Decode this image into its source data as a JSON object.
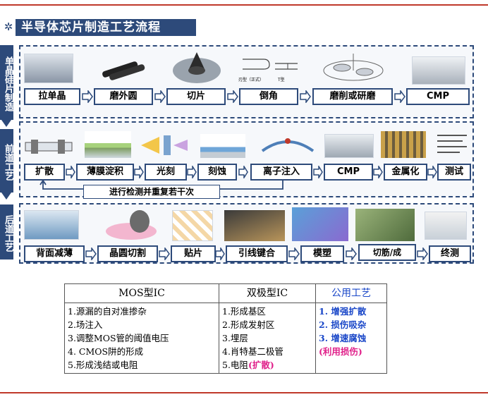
{
  "title": "半导体芯片制造工艺流程",
  "colors": {
    "accent": "#2d4a7a",
    "rule": "#c0392b",
    "common": "#1a47c8",
    "highlight": "#e0208a"
  },
  "sections": [
    {
      "label": "单晶硅片制造",
      "steps": [
        "拉单晶",
        "磨外圆",
        "切片",
        "倒角",
        "磨削或研磨",
        "CMP"
      ]
    },
    {
      "label": "前道工艺",
      "steps": [
        "扩散",
        "薄膜淀积",
        "光刻",
        "刻蚀",
        "离子注入",
        "CMP",
        "金属化",
        "测试"
      ],
      "loop_label": "进行检测并重复若干次"
    },
    {
      "label": "后道工艺",
      "steps": [
        "背面减薄",
        "晶圆切割",
        "贴片",
        "引线键合",
        "模塑",
        "切筋/成",
        "终测"
      ]
    }
  ],
  "chamfer_labels": {
    "left": "刃型（正式）",
    "right": "T型"
  },
  "table": {
    "headers": {
      "mos": "MOS型IC",
      "bipolar": "双极型IC",
      "common": "公用工艺"
    },
    "mos": [
      "1.源漏的自对准掺杂",
      "2.场注入",
      "3.调整MOS管的阈值电压",
      "4. CMOS阱的形成",
      "5.形成浅结或电阻"
    ],
    "bipolar": [
      "1.形成基区",
      "2.形成发射区",
      "3.埋层",
      "4.肖特基二极管",
      "5.电阻"
    ],
    "bipolar_tail": "(扩散)",
    "common": [
      "1. 增强扩散",
      "2. 损伤吸杂",
      "3. 增速腐蚀"
    ],
    "common_note": "(利用损伤)"
  }
}
